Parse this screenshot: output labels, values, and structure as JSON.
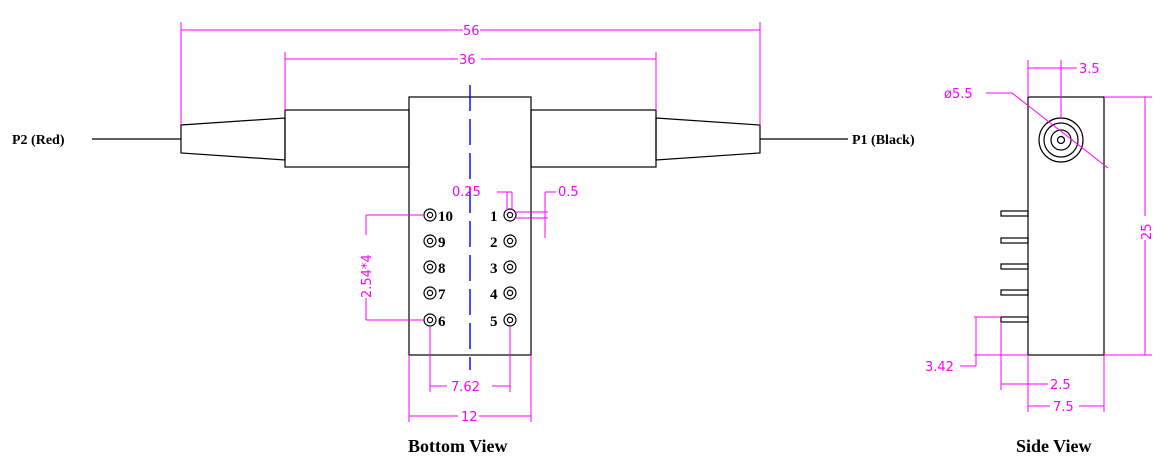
{
  "labels": {
    "p2": "P2 (Red)",
    "p1": "P1 (Black)",
    "bottom_view": "Bottom View",
    "side_view": "Side View"
  },
  "dimensions": {
    "overall_length": "56",
    "body_length": "36",
    "pin_dia": "0.25",
    "pad_dia": "0.5",
    "pin_pitch": "2.54*4",
    "row_spacing": "7.62",
    "body_width": "12",
    "fiber_dia": "ø5.5",
    "fiber_offset": "3.5",
    "height": "25",
    "pin_standoff": "3.42",
    "pin_offset": "2.5",
    "side_width": "7.5"
  },
  "pins": {
    "left": [
      "10",
      "9",
      "8",
      "7",
      "6"
    ],
    "right": [
      "1",
      "2",
      "3",
      "4",
      "5"
    ]
  },
  "colors": {
    "outline": "#000000",
    "dimension": "#ff00ff",
    "centerline": "#0000ff"
  }
}
